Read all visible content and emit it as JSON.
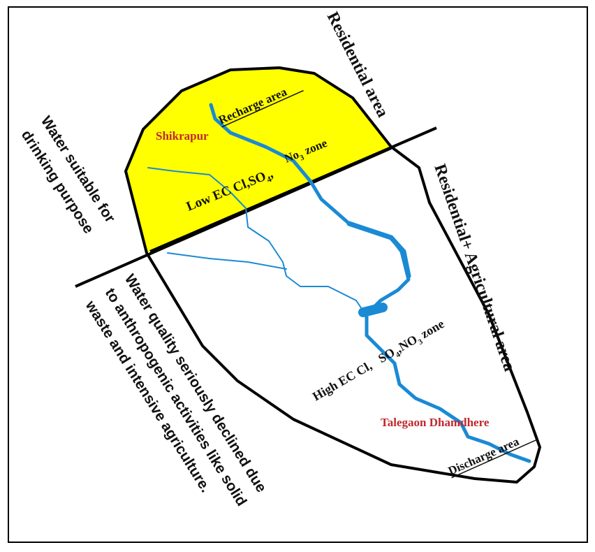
{
  "colors": {
    "frame": "#000000",
    "zone_fill": "#ffff00",
    "river": "#1a8ad4",
    "town": "#c0282d",
    "text": "#111111"
  },
  "labels": {
    "recharge_area": "Recharge area",
    "shikrapur": "Shikrapur",
    "low_zone_main": "Low EC Cl,SO",
    "low_zone_tail": "No",
    "zone_word": "zone",
    "residential_area": "Residential area",
    "residential_agri": "Residential+ Agricultural  area",
    "water_suitable_1": "Water suitable for",
    "water_suitable_2": "drinking purpose",
    "water_quality_1": "Water quality seriously declined due",
    "water_quality_2": "to anthropogenic activities like  solid",
    "water_quality_3": "waste and intensive agriculture.",
    "high_zone_main": "High EC Cl,",
    "high_zone_so": "SO",
    "high_zone_no": "NO",
    "talegaon": "Talegaon Dhamdhere",
    "discharge_area": "Discharge area",
    "subscript_4": "4",
    "subscript_3": "3"
  }
}
